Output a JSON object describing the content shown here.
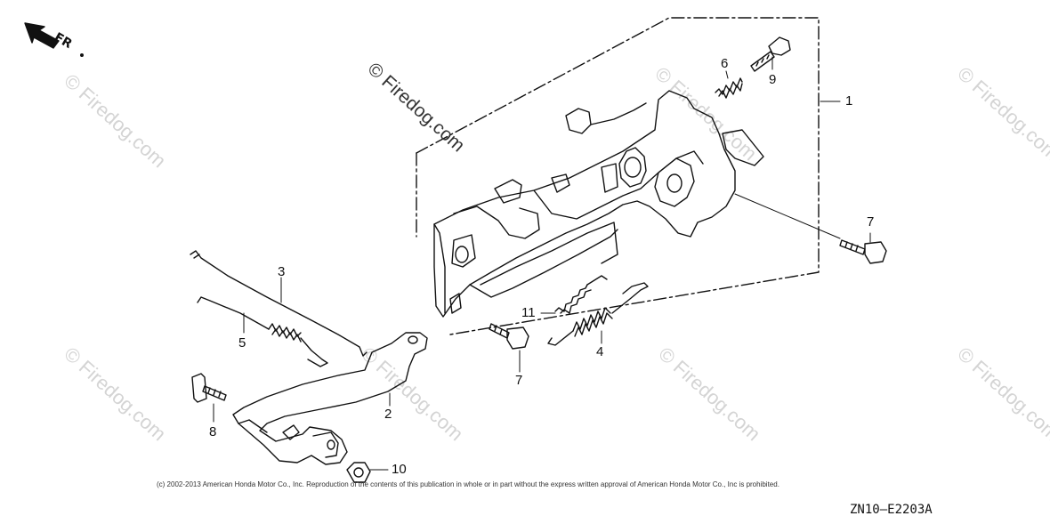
{
  "orientation": {
    "label": "FR",
    "icon": "front-direction-arrow-icon"
  },
  "callouts": {
    "part_1": "1",
    "part_2": "2",
    "part_3": "3",
    "part_4": "4",
    "part_5": "5",
    "part_6": "6",
    "part_7a": "7",
    "part_7b": "7",
    "part_8": "8",
    "part_9": "9",
    "part_10": "10",
    "part_11": "11"
  },
  "watermarks": {
    "primary": "© Firedog.com",
    "repeat": "© Firedog.com"
  },
  "footer": {
    "copyright": "(c) 2002-2013 American Honda Motor Co., Inc. Reproduction of the contents of this publication in whole or in part without the express written approval of American Honda Motor Co., Inc is prohibited.",
    "diagram_id": "ZN10—E2203A"
  },
  "colors": {
    "line": "#111111",
    "watermark": "#d4d4d4",
    "background": "#ffffff"
  }
}
